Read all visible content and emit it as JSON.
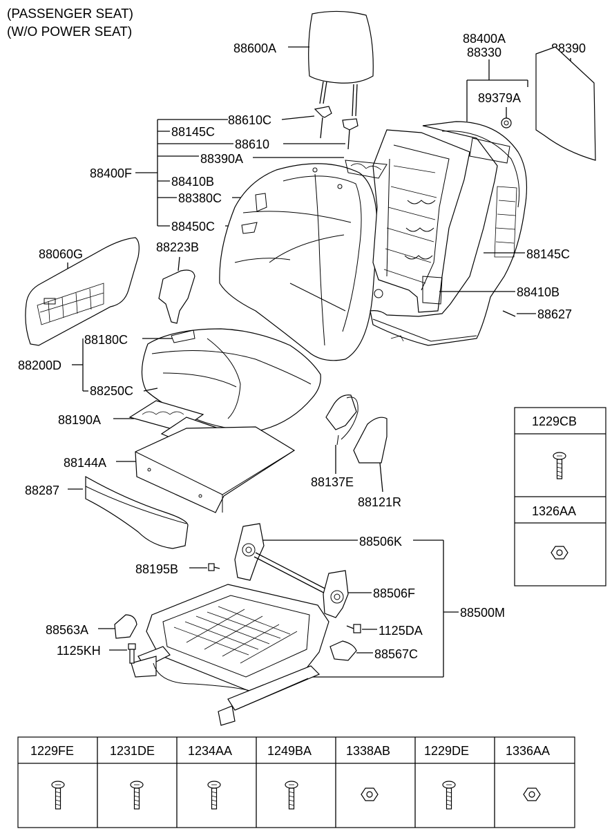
{
  "header": {
    "line1": "(PASSENGER SEAT)",
    "line2": "(W/O POWER SEAT)"
  },
  "labels": {
    "l88600A": "88600A",
    "l88400A": "88400A",
    "l88330": "88330",
    "l88390": "88390",
    "l89379A": "89379A",
    "l88610C": "88610C",
    "l88145C_top": "88145C",
    "l88610": "88610",
    "l88390A": "88390A",
    "l88400F": "88400F",
    "l88410B_top": "88410B",
    "l88380C": "88380C",
    "l88450C": "88450C",
    "l88060G": "88060G",
    "l88223B": "88223B",
    "l88145C_right": "88145C",
    "l88410B_right": "88410B",
    "l88627": "88627",
    "l88180C": "88180C",
    "l88200D": "88200D",
    "l88250C": "88250C",
    "l88190A": "88190A",
    "l88144A": "88144A",
    "l88287": "88287",
    "l88137E": "88137E",
    "l88121R": "88121R",
    "l88506K": "88506K",
    "l88195B": "88195B",
    "l88506F": "88506F",
    "l88500M": "88500M",
    "l88563A": "88563A",
    "l1125DA": "1125DA",
    "l1125KH": "1125KH",
    "l88567C": "88567C"
  },
  "side_table": [
    {
      "code": "1229CB",
      "icon": "screw-icon"
    },
    {
      "code": "1326AA",
      "icon": "nut-icon"
    }
  ],
  "bottom_table": [
    {
      "code": "1229FE",
      "icon": "screw-icon"
    },
    {
      "code": "1231DE",
      "icon": "screw-icon"
    },
    {
      "code": "1234AA",
      "icon": "screw-icon"
    },
    {
      "code": "1249BA",
      "icon": "screw-icon"
    },
    {
      "code": "1338AB",
      "icon": "nut-icon"
    },
    {
      "code": "1229DE",
      "icon": "screw-icon"
    },
    {
      "code": "1336AA",
      "icon": "nut-icon"
    }
  ]
}
